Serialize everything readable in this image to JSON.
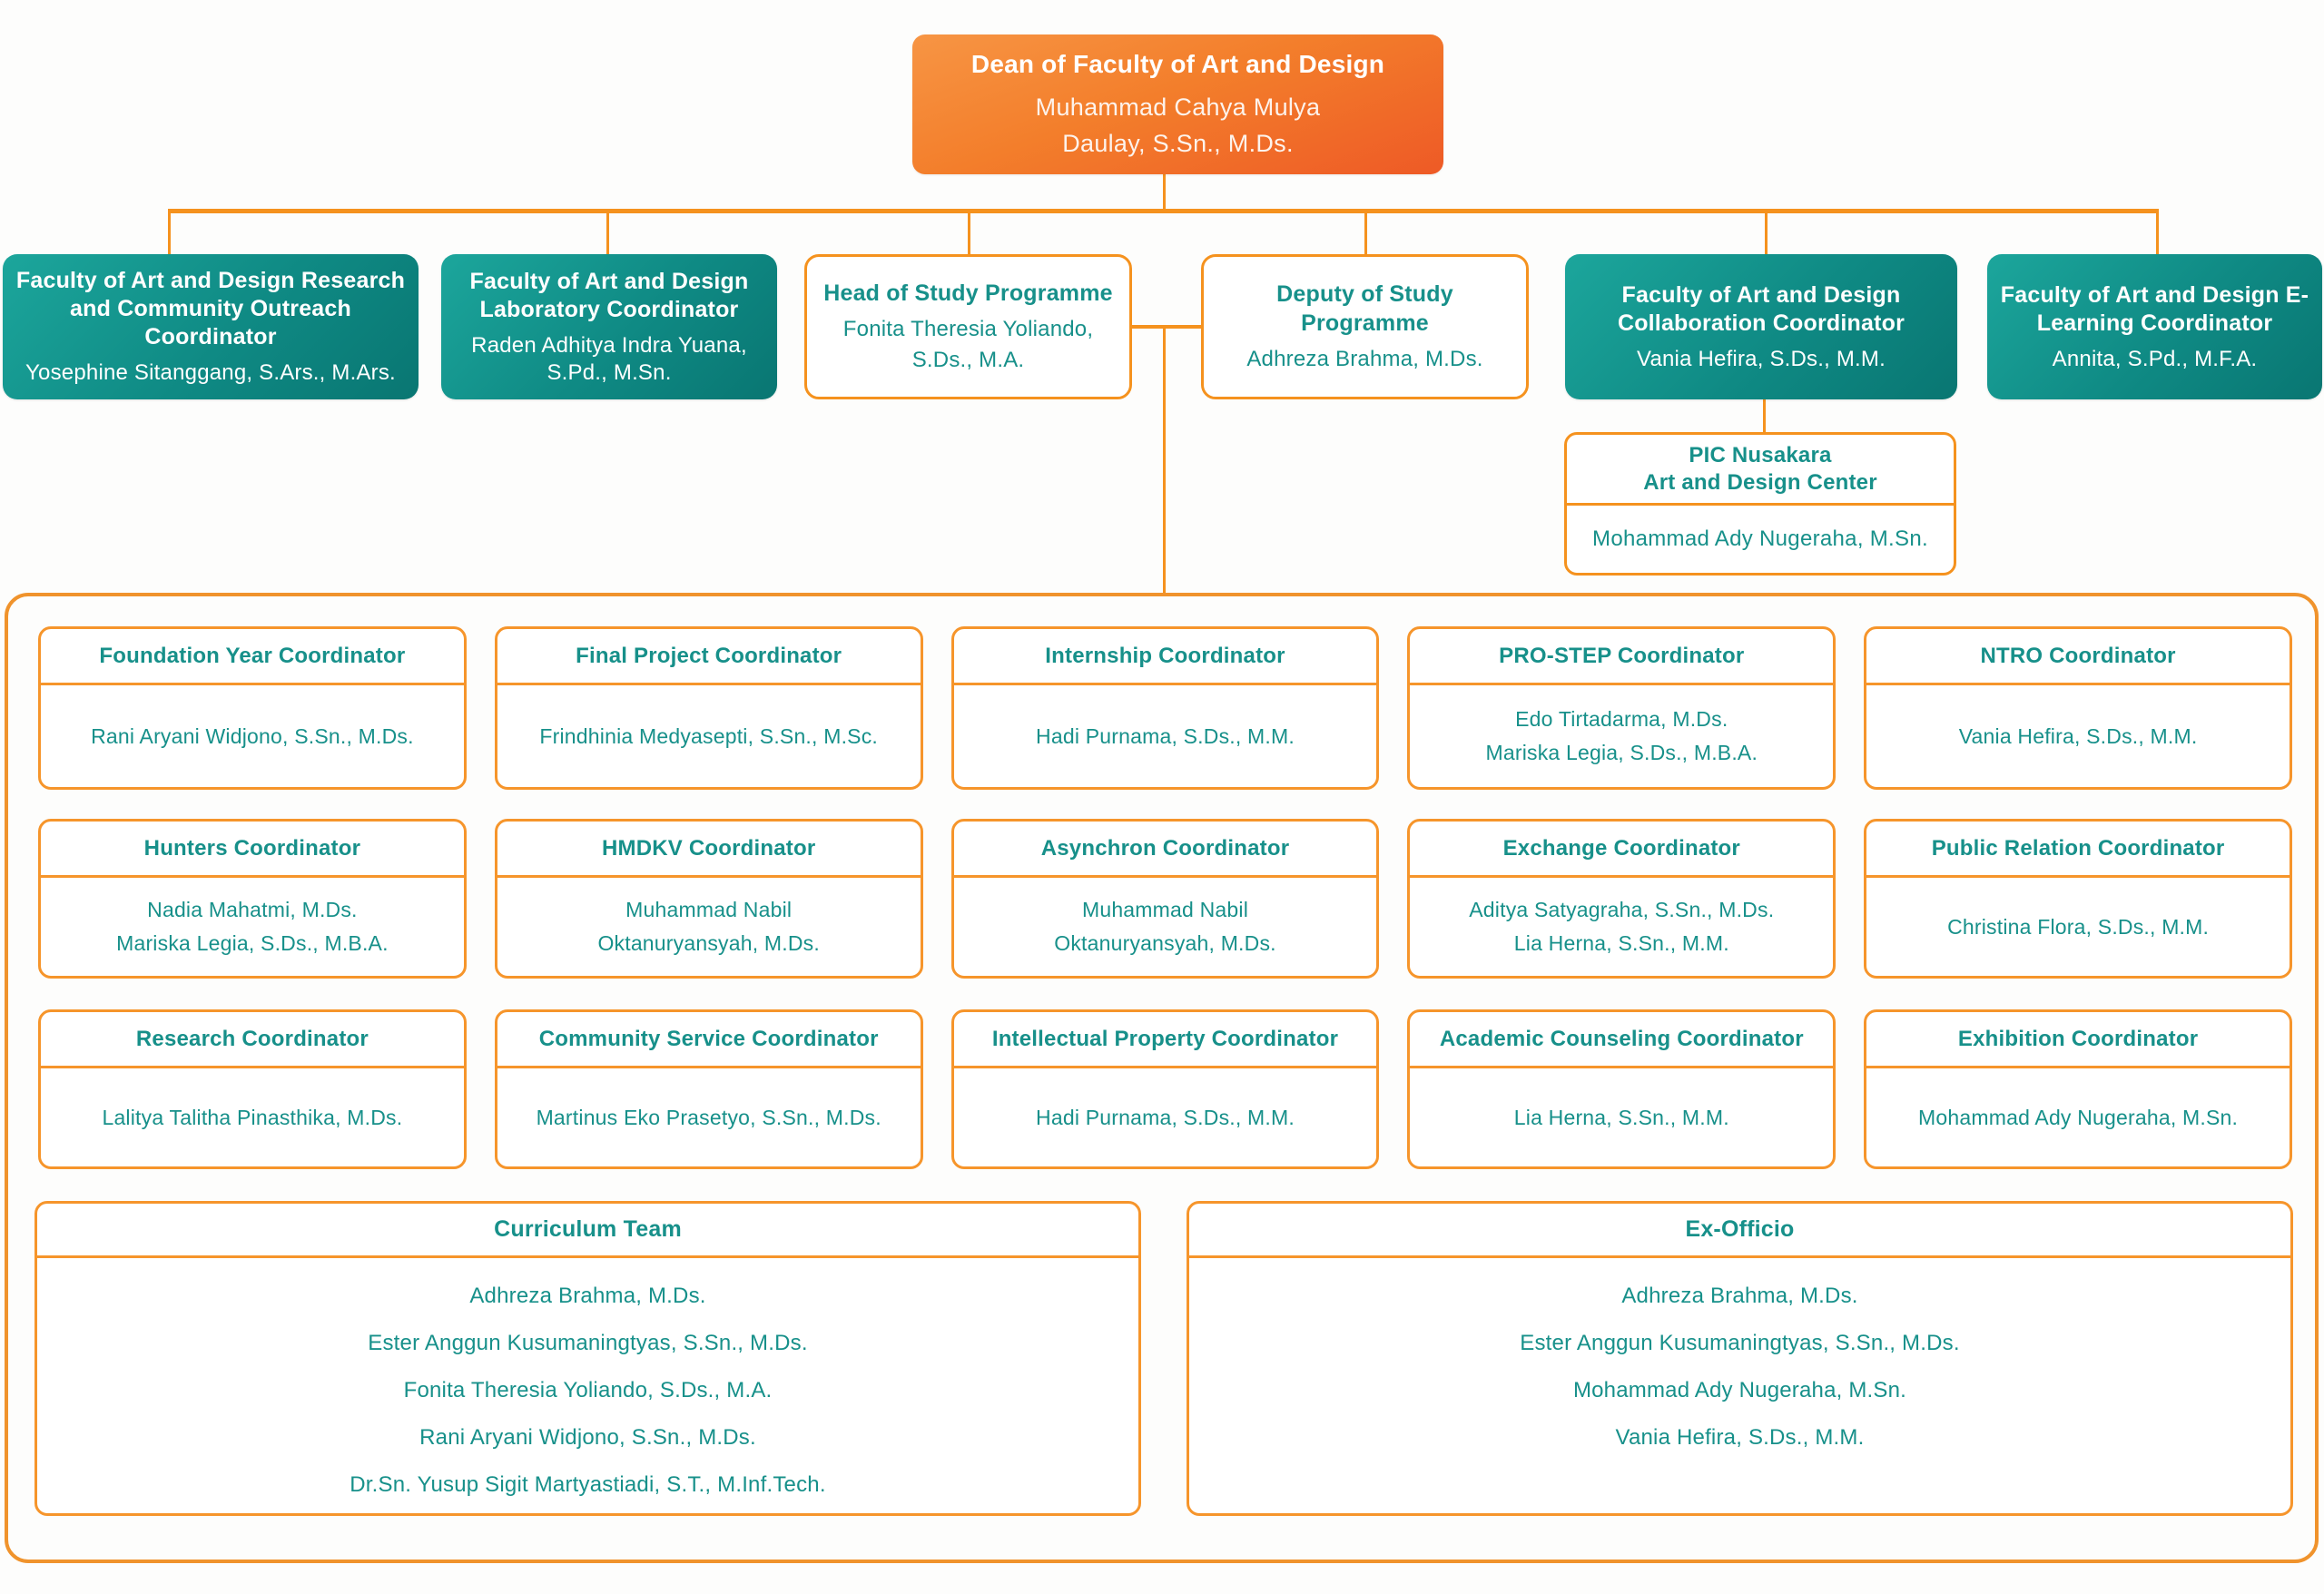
{
  "colors": {
    "accent_orange_line": "#F5921E",
    "root_gradient": [
      "#F79544",
      "#EE5A26"
    ],
    "teal_gradient": [
      "#1CA69C",
      "#097672"
    ],
    "teal_text": "#17908A",
    "background": "#FDFDFC"
  },
  "org": {
    "root": {
      "title": "Dean of Faculty of Art and Design",
      "name_lines": [
        "Muhammad Cahya Mulya",
        "Daulay, S.Sn., M.Ds."
      ]
    },
    "level2": [
      {
        "style": "teal",
        "title": "Faculty of Art and Design Research and Community Outreach Coordinator",
        "name": "Yosephine Sitanggang, S.Ars., M.Ars."
      },
      {
        "style": "teal",
        "title": "Faculty of Art and Design Laboratory Coordinator",
        "name": "Raden Adhitya Indra Yuana, S.Pd., M.Sn."
      },
      {
        "style": "outline",
        "title": "Head of Study Programme",
        "name": "Fonita Theresia Yoliando, S.Ds., M.A."
      },
      {
        "style": "outline",
        "title": "Deputy of Study Programme",
        "name": "Adhreza Brahma, M.Ds."
      },
      {
        "style": "teal",
        "title": "Faculty of Art and Design Collaboration Coordinator",
        "name": "Vania Hefira, S.Ds., M.M."
      },
      {
        "style": "teal",
        "title": "Faculty of Art and Design E-Learning Coordinator",
        "name": "Annita, S.Pd., M.F.A."
      }
    ],
    "pic": {
      "title_lines": [
        "PIC Nusakara",
        "Art and Design Center"
      ],
      "name": "Mohammad Ady Nugeraha, M.Sn."
    },
    "units": {
      "rows": [
        [
          {
            "title": "Foundation Year Coordinator",
            "names": [
              "Rani Aryani Widjono, S.Sn., M.Ds."
            ]
          },
          {
            "title": "Final Project Coordinator",
            "names": [
              "Frindhinia Medyasepti, S.Sn., M.Sc."
            ]
          },
          {
            "title": "Internship Coordinator",
            "names": [
              "Hadi Purnama, S.Ds., M.M."
            ]
          },
          {
            "title": "PRO-STEP Coordinator",
            "names": [
              "Edo Tirtadarma, M.Ds.",
              "Mariska Legia, S.Ds., M.B.A."
            ]
          },
          {
            "title": "NTRO Coordinator",
            "names": [
              "Vania Hefira, S.Ds., M.M."
            ]
          }
        ],
        [
          {
            "title": "Hunters Coordinator",
            "names": [
              "Nadia Mahatmi, M.Ds.",
              "Mariska Legia, S.Ds., M.B.A."
            ]
          },
          {
            "title": "HMDKV Coordinator",
            "names": [
              "Muhammad Nabil",
              "Oktanuryansyah, M.Ds."
            ]
          },
          {
            "title": "Asynchron Coordinator",
            "names": [
              "Muhammad Nabil",
              "Oktanuryansyah, M.Ds."
            ]
          },
          {
            "title": "Exchange Coordinator",
            "names": [
              "Aditya Satyagraha, S.Sn., M.Ds.",
              "Lia Herna, S.Sn., M.M."
            ]
          },
          {
            "title": "Public Relation Coordinator",
            "names": [
              "Christina Flora, S.Ds., M.M."
            ]
          }
        ],
        [
          {
            "title": "Research Coordinator",
            "names": [
              "Lalitya Talitha Pinasthika, M.Ds."
            ]
          },
          {
            "title": "Community Service Coordinator",
            "names": [
              "Martinus Eko Prasetyo, S.Sn., M.Ds."
            ]
          },
          {
            "title": "Intellectual Property Coordinator",
            "names": [
              "Hadi Purnama, S.Ds., M.M."
            ]
          },
          {
            "title": "Academic Counseling Coordinator",
            "names": [
              "Lia Herna, S.Sn., M.M."
            ]
          },
          {
            "title": "Exhibition Coordinator",
            "names": [
              "Mohammad Ady Nugeraha, M.Sn."
            ]
          }
        ]
      ]
    },
    "teams": [
      {
        "title": "Curriculum Team",
        "names": [
          "Adhreza Brahma, M.Ds.",
          "Ester Anggun Kusumaningtyas, S.Sn., M.Ds.",
          "Fonita Theresia Yoliando, S.Ds., M.A.",
          "Rani Aryani Widjono, S.Sn., M.Ds.",
          "Dr.Sn. Yusup Sigit Martyastiadi, S.T., M.Inf.Tech."
        ]
      },
      {
        "title": "Ex-Officio",
        "names": [
          "Adhreza Brahma, M.Ds.",
          "Ester Anggun Kusumaningtyas, S.Sn., M.Ds.",
          "Mohammad Ady Nugeraha, M.Sn.",
          "Vania Hefira, S.Ds., M.M."
        ]
      }
    ]
  }
}
